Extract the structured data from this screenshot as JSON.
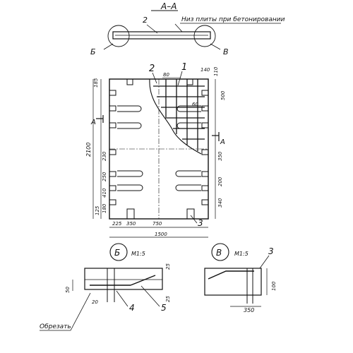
{
  "section": {
    "title": "А–А",
    "note": "Низ плиты при бетонировании",
    "callout_2": "2",
    "node_b": "Б",
    "node_v": "В"
  },
  "plan": {
    "pos_1": "1",
    "pos_2": "2",
    "pos_3": "3",
    "section_mark_left": "А",
    "section_mark_right": "А",
    "dim_80_top": "80",
    "dim_140": "140",
    "dim_110": "110",
    "dim_60": "60",
    "dim_500": "500",
    "dim_185": "185",
    "dim_2100": "2100",
    "dim_230": "230",
    "dim_250": "250",
    "dim_410": "410",
    "dim_350_right": "350",
    "dim_200": "200",
    "dim_340": "340",
    "dim_125": "125",
    "dim_180": "180",
    "dim_225": "225",
    "dim_350_bottom": "350",
    "dim_750": "750",
    "dim_1500": "1500"
  },
  "detail_b": {
    "node": "Б",
    "scale": "М1:5",
    "dim_50": "50",
    "dim_20": "20",
    "dim_25_top": "25",
    "dim_25_bottom": "25",
    "pos_4": "4",
    "pos_5": "5",
    "cut_note": "Обрезать"
  },
  "detail_v": {
    "node": "В",
    "scale": "М1:5",
    "pos_3": "3",
    "dim_100": "100",
    "dim_350": "350"
  }
}
